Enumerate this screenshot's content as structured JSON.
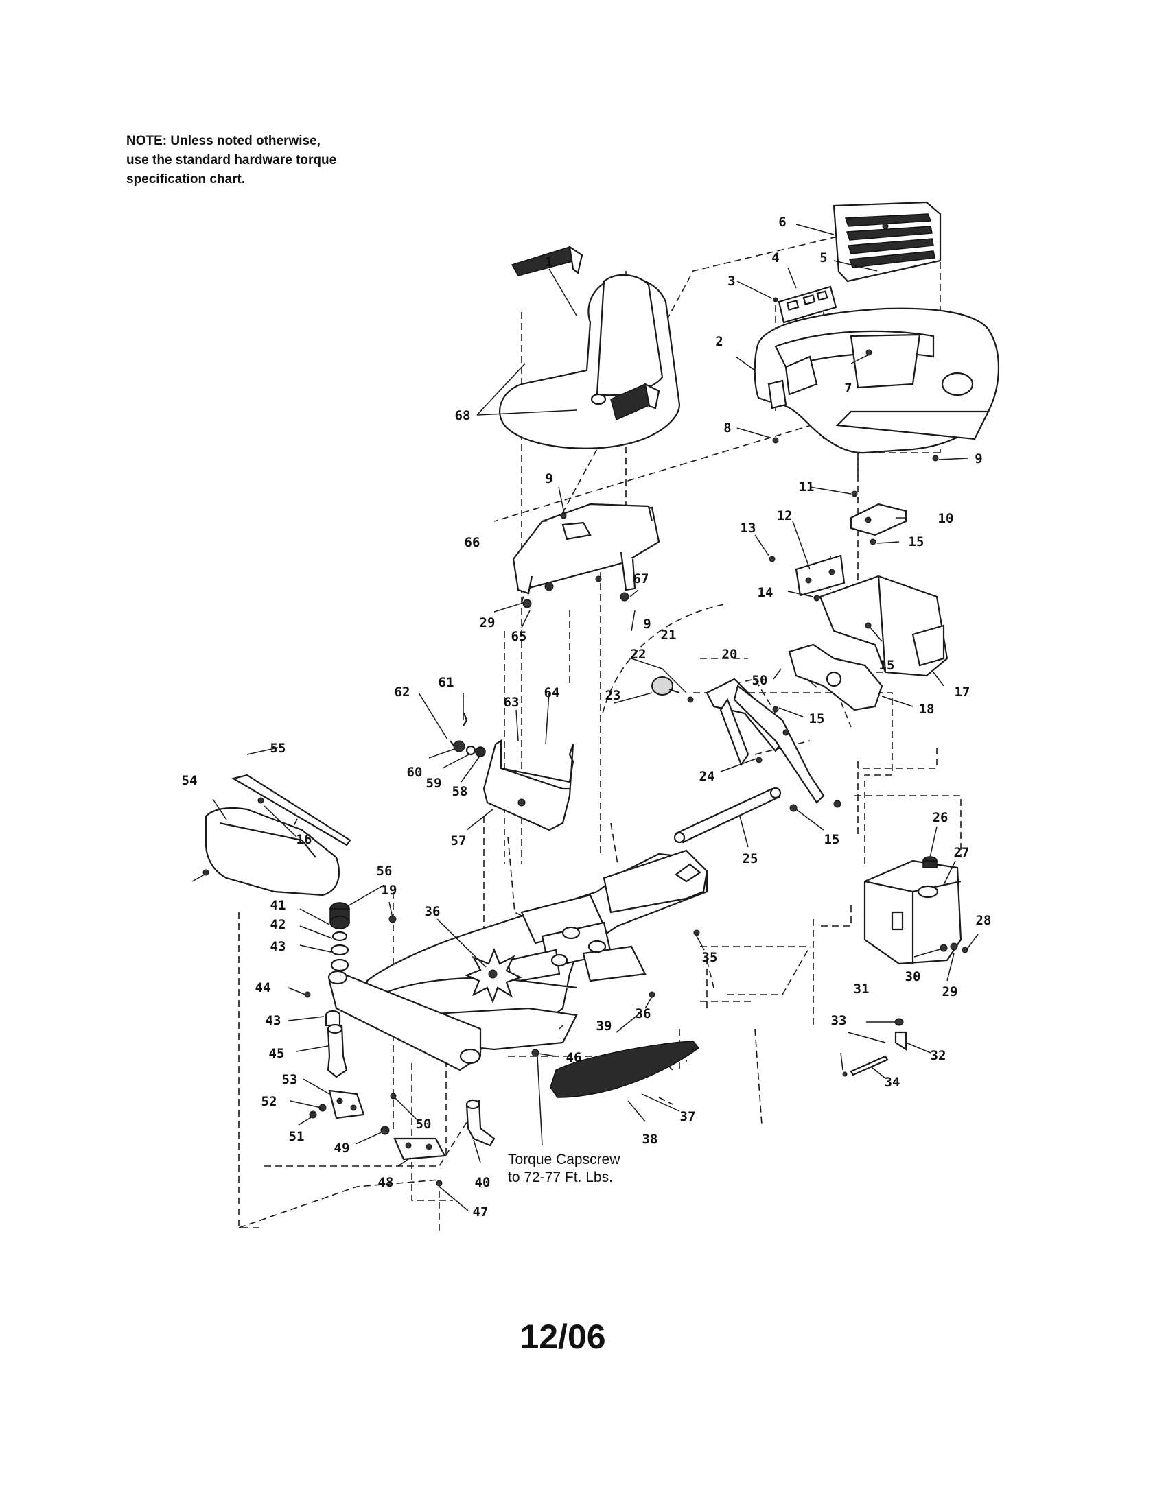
{
  "note": {
    "lines": [
      "NOTE: Unless noted otherwise,",
      "use the standard hardware torque",
      "specification chart."
    ]
  },
  "torque_callout": {
    "lines": [
      "Torque Capscrew",
      "to 72-77 Ft. Lbs."
    ]
  },
  "page_id": "12/06",
  "callouts": [
    "1",
    "2",
    "3",
    "4",
    "5",
    "6",
    "7",
    "8",
    "9",
    "10",
    "11",
    "12",
    "13",
    "14",
    "15",
    "16",
    "17",
    "18",
    "19",
    "20",
    "21",
    "22",
    "23",
    "24",
    "25",
    "26",
    "27",
    "28",
    "29",
    "30",
    "31",
    "32",
    "33",
    "34",
    "35",
    "36",
    "37",
    "38",
    "39",
    "40",
    "41",
    "42",
    "43",
    "44",
    "45",
    "46",
    "47",
    "48",
    "49",
    "50",
    "51",
    "52",
    "53",
    "54",
    "55",
    "56",
    "57",
    "58",
    "59",
    "60",
    "61",
    "62",
    "63",
    "64",
    "65",
    "66",
    "67",
    "68"
  ]
}
